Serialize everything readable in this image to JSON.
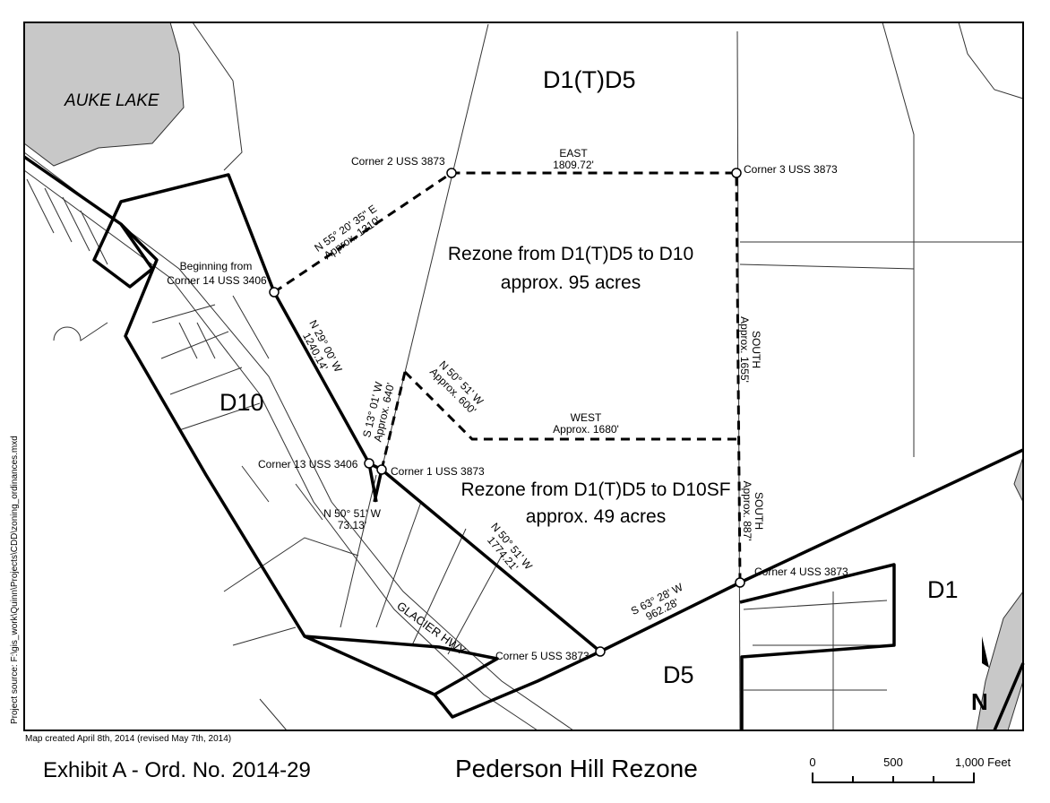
{
  "map": {
    "lake_label": "AUKE LAKE",
    "road_label": "GLACIER HWY",
    "zones": {
      "d1td5": "D1(T)D5",
      "d10": "D10",
      "d1": "D1",
      "d5": "D5"
    },
    "rezone_1": {
      "line1": "Rezone from D1(T)D5 to D10",
      "line2": "approx. 95 acres"
    },
    "rezone_2": {
      "line1": "Rezone from D1(T)D5 to D10SF",
      "line2": "approx. 49 acres"
    },
    "corners": {
      "c14_line1": "Beginning from",
      "c14_line2": "Corner 14 USS 3406",
      "c2": "Corner 2 USS 3873",
      "c3": "Corner 3 USS 3873",
      "c13": "Corner 13 USS 3406",
      "c1": "Corner 1 USS 3873",
      "c4": "Corner 4 USS 3873",
      "c5": "Corner 5 USS 3873"
    },
    "bearings": {
      "ne_1": "N 55° 20' 35\" E",
      "ne_2": "Approx. 1310'",
      "east_1": "EAST",
      "east_2": "1809.72'",
      "south1_1": "SOUTH",
      "south1_2": "Approx. 1655'",
      "west_1": "WEST",
      "west_2": "Approx. 1680'",
      "nw600_1": "N 50° 51' W",
      "nw600_2": "Approx. 600'",
      "s13_1": "S 13° 01' W",
      "s13_2": "Approx. 640'",
      "n29_1": "N 29° 00' W",
      "n29_2": "1240.14'",
      "n50a_1": "N 50° 51' W",
      "n50a_2": "73.13'",
      "n50b_1": "N 50° 51' W",
      "n50b_2": "1774.21'",
      "south2_1": "SOUTH",
      "south2_2": "Approx. 887'",
      "s63_1": "S 63° 28' W",
      "s63_2": "962.28'"
    },
    "north_arrow": "N",
    "project_source": "Project source: F:\\gis_work\\Quinn\\Projects\\CDD\\zoning_ordinances.mxd"
  },
  "footer": {
    "created": "Map created April 8th, 2014 (revised May 7th, 2014)",
    "exhibit": "Exhibit A - Ord. No. 2014-29",
    "title": "Pederson Hill Rezone",
    "scale": {
      "t0": "0",
      "t1": "500",
      "t2": "1,000 Feet"
    }
  },
  "colors": {
    "lake": "#c8c8c8",
    "boundary": "#000000"
  }
}
